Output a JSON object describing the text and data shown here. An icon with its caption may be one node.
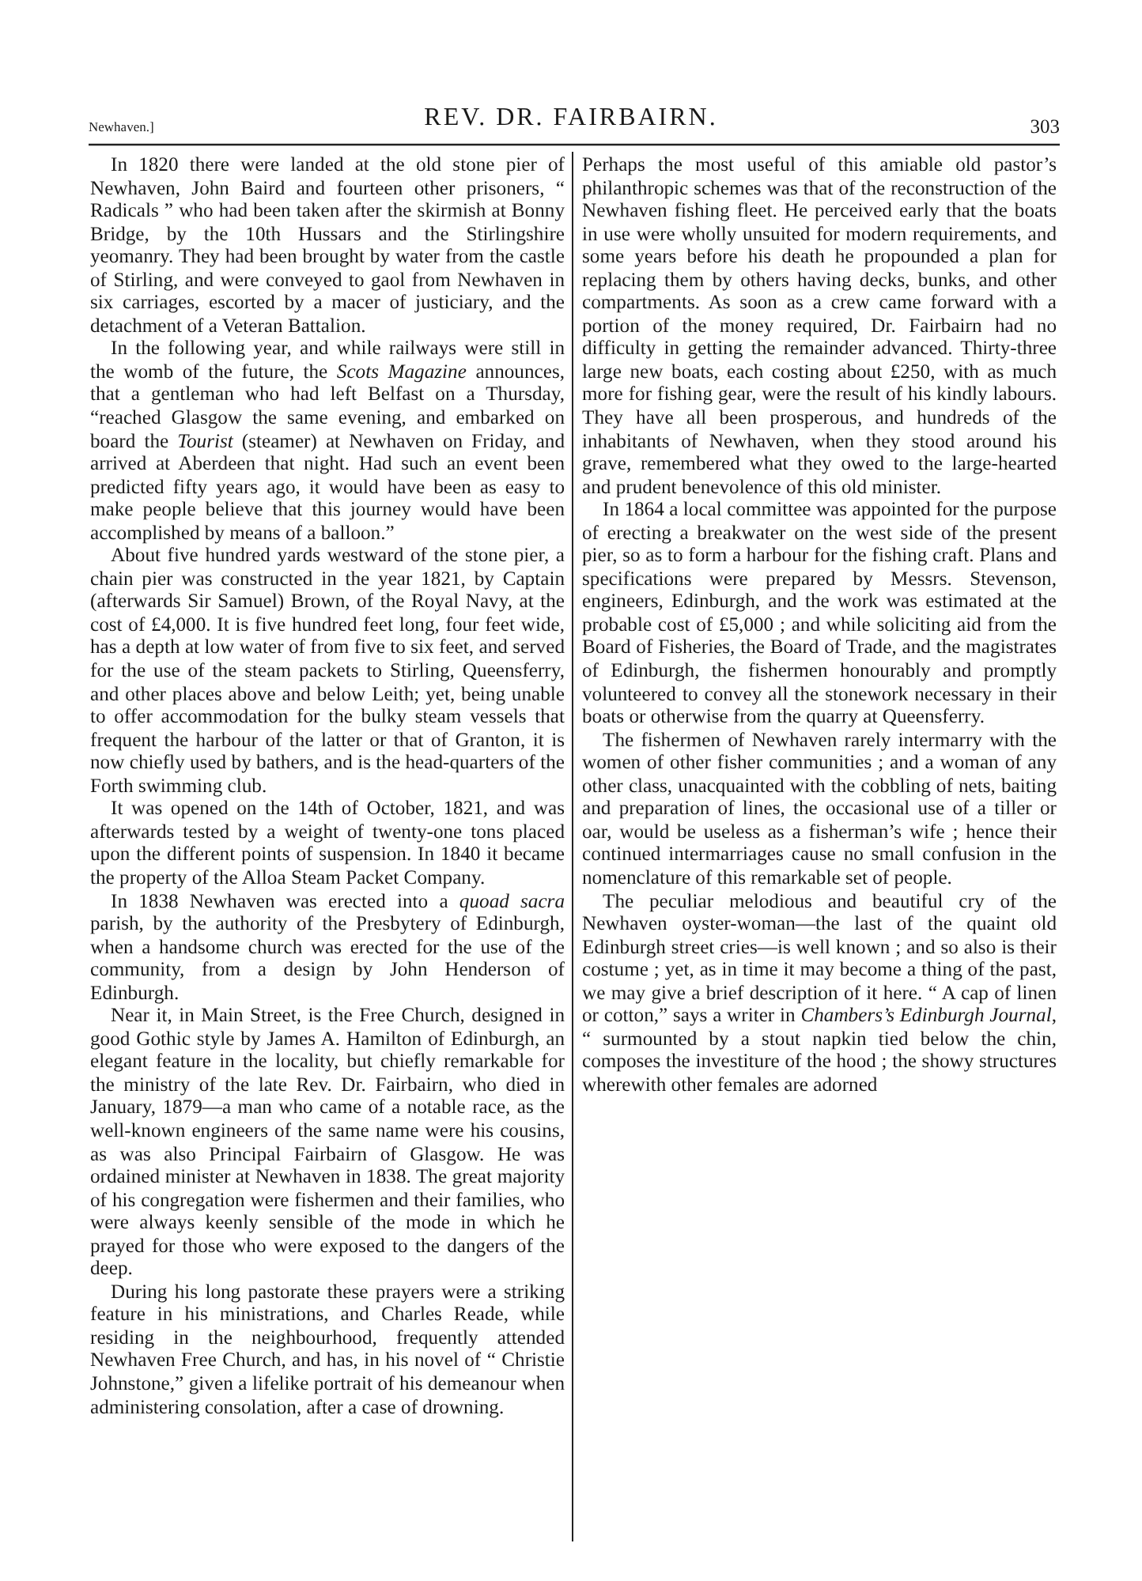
{
  "diagram": {
    "title": "REV. DR. FAIRBAIRN.",
    "labels": [
      "Newhaven.]",
      "303",
      "In 1820 there were landed at the old stone pier of Newhaven, John Baird and fourteen other prisoners, “ Radicals ” who had been taken after the skirmish at Bonny Bridge, by the 10th Hussars and the Stirlingshire yeomanry. They had been brought by water from the castle of Stirling, and were conveyed to gaol from Newhaven in six carriages, escorted by a macer of justiciary, and the detachment of a Veteran Battalion.",
      "In the following year, and while railways were still in the womb of the future, the *Scots Magazine* announces, that a gentleman who had left Belfast on a Thursday, “reached Glasgow the same evening, and embarked on board the *Tourist* (steamer) at Newhaven on Friday, and arrived at Aberdeen that night. Had such an event been predicted fifty years ago, it would have been as easy to make people believe that this journey would have been accomplished by means of a balloon.”",
      "About five hundred yards westward of the stone pier, a chain pier was constructed in the year 1821, by Captain (afterwards Sir Samuel) Brown, of the Royal Navy, at the cost of £4,000. It is five hundred feet long, four feet wide, has a depth at low water of from five to six feet, and served for the use of the steam packets to Stirling, Queensferry, and other places above and below Leith; yet, being unable to offer accommodation for the bulky steam vessels that frequent the harbour of the latter or that of Granton, it is now chiefly used by bathers, and is the head-quarters of the Forth swimming club.",
      "It was opened on the 14th of October, 1821, and was afterwards tested by a weight of twenty-one tons placed upon the different points of suspension. In 1840 it became the property of the Alloa Steam Packet Company.",
      "In 1838 Newhaven was erected into a *quoad sacra* parish, by the authority of the Presbytery of Edinburgh, when a handsome church was erected for the use of the community, from a design by John Henderson of Edinburgh.",
      "Near it, in Main Street, is the Free Church, designed in good Gothic style by James A. Hamilton of Edinburgh, an elegant feature in the locality, but chiefly remarkable for the ministry of the late Rev. Dr. Fairbairn, who died in January, 1879—a man who came of a notable race, as the well-known engineers of the same name were his cousins, as was also Principal Fairbairn of Glasgow. He was ordained minister at Newhaven in 1838. The great majority of his congregation were fishermen and their families, who were always keenly sensible of the mode in which he prayed for those who were exposed to the dangers of the deep.",
      "During his long pastorate these prayers were a striking feature in his ministrations, and Charles Reade, while residing in the neighbourhood, frequently attended Newhaven Free Church, and has, in his novel of “ Christie Johnstone,” given a lifelike portrait of his demeanour when administering consolation, after a case of drowning.",
      "Perhaps the most useful of this amiable old pastor’s philanthropic schemes was that of the reconstruction of the Newhaven fishing fleet. He perceived early that the boats in use were wholly unsuited for modern requirements, and some years before his death he propounded a plan for replacing them by others having decks, bunks, and other compartments. As soon as a crew came forward with a portion of the money required, Dr. Fairbairn had no difficulty in getting the remainder advanced. Thirty-three large new boats, each costing about £250, with as much more for fishing gear, were the result of his kindly labours. They have all been prosperous, and hundreds of the inhabitants of Newhaven, when they stood around his grave, remembered what they owed to the large-hearted and prudent benevolence of this old minister.",
      "In 1864 a local committee was appointed for the purpose of erecting a breakwater on the west side of the present pier, so as to form a harbour for the fishing craft. Plans and specifications were prepared by Messrs. Stevenson, engineers, Edinburgh, and the work was estimated at the probable cost of £5,000 ; and while soliciting aid from the Board of Fisheries, the Board of Trade, and the magistrates of Edinburgh, the fishermen honourably and promptly volunteered to convey all the stonework necessary in their boats or otherwise from the quarry at Queensferry.",
      "The fishermen of Newhaven rarely intermarry with the women of other fisher communities ; and a woman of any other class, unacquainted with the cobbling of nets, baiting and preparation of lines, the occasional use of a tiller or oar, would be useless as a fisherman’s wife ; hence their continued intermarriages cause no small confusion in the nomenclature of this remarkable set of people.",
      "The peculiar melodious and beautiful cry of the Newhaven oyster-woman—the last of the quaint old Edinburgh street cries—is well known ; and so also is their costume ; yet, as in time it may become a thing of the past, we may give a brief description of it here. “ A cap of linen or cotton,” says a writer in *Chambers’s Edinburgh Journal*, “ surmounted by a stout napkin tied below the chin, composes the investiture of the hood ; the showy structures wherewith other females are adorned"
    ]
  }
}
